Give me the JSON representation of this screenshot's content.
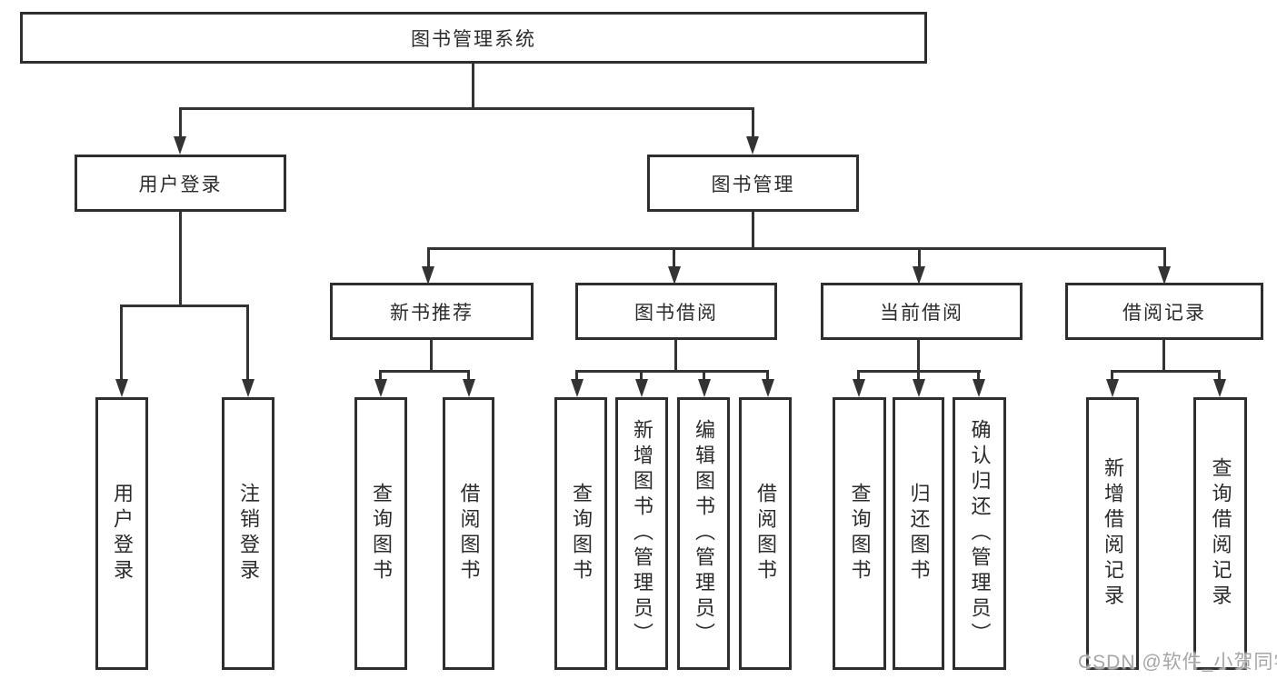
{
  "tree": {
    "root": {
      "label": "图书管理系统"
    },
    "level2": [
      {
        "label": "用户登录",
        "children": [
          {
            "label": "用户登录"
          },
          {
            "label": "注销登录"
          }
        ]
      },
      {
        "label": "图书管理",
        "children": [
          {
            "label": "新书推荐",
            "children": [
              {
                "label": "查询图书"
              },
              {
                "label": "借阅图书"
              }
            ]
          },
          {
            "label": "图书借阅",
            "children": [
              {
                "label": "查询图书"
              },
              {
                "label": "新增图书（管理员）"
              },
              {
                "label": "编辑图书（管理员）"
              },
              {
                "label": "借阅图书"
              }
            ]
          },
          {
            "label": "当前借阅",
            "children": [
              {
                "label": "查询图书"
              },
              {
                "label": "归还图书"
              },
              {
                "label": "确认归还（管理员）"
              }
            ]
          },
          {
            "label": "借阅记录",
            "children": [
              {
                "label": "新增借阅记录"
              },
              {
                "label": "查询借阅记录"
              }
            ]
          }
        ]
      }
    ]
  },
  "watermark": {
    "text": "CSDN @软件_小贺同学"
  },
  "colors": {
    "line": "#333333",
    "box_border": "#2e2e2e",
    "text": "#2b2b2b",
    "watermark": "#a6a6a6",
    "background": "#ffffff"
  }
}
